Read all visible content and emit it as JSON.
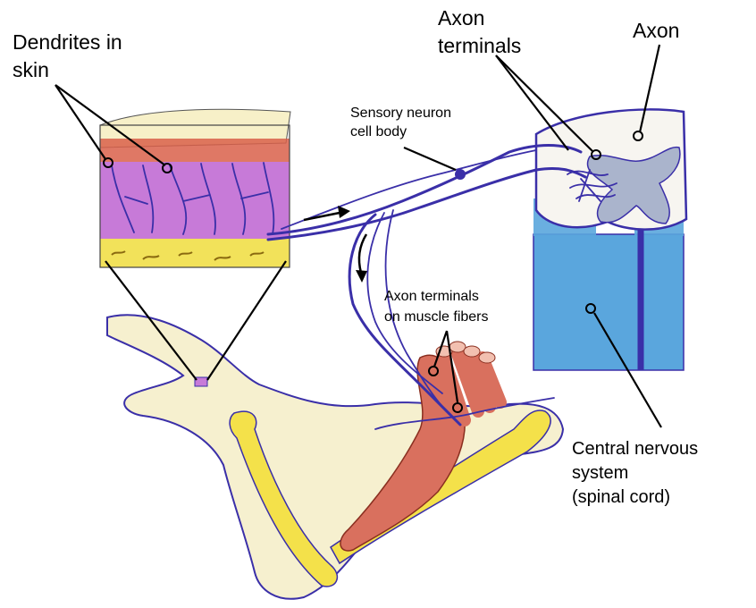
{
  "labels": {
    "dendrites": [
      "Dendrites in",
      "skin"
    ],
    "axon_terminals": [
      "Axon",
      "terminals"
    ],
    "axon": "Axon",
    "sensory_neuron": [
      "Sensory neuron",
      "cell body"
    ],
    "axon_terminals_muscle": [
      "Axon terminals",
      "on muscle fibers"
    ],
    "cns": [
      "Central nervous",
      "system",
      "(spinal cord)"
    ]
  },
  "colors": {
    "nerve": "#3a2fa8",
    "skin_top": "#d9604a",
    "skin_dermis": "#c77ad8",
    "fat": "#f2e25a",
    "spinal_blue": "#5aa6dd",
    "grey_matter": "#aab4cc",
    "muscle": "#d9705e",
    "bone": "#f4e14a",
    "arm_skin": "#f6f0cf"
  }
}
